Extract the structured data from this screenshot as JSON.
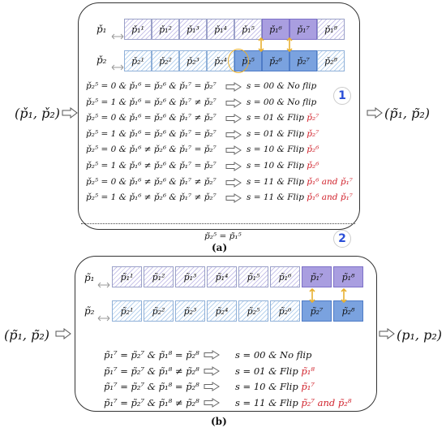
{
  "panel_a": {
    "caption": "(a)",
    "input_label": "(p̌₁, p̌₂)",
    "output_label": "(p̃₁, p̃₂)",
    "row1_label": "p̌₁",
    "row2_label": "p̌₂",
    "row1_cells": [
      "p̌₁¹",
      "p̌₁²",
      "p̌₁³",
      "p̌₁⁴",
      "p̌₁⁵",
      "p̌₁⁶",
      "p̌₁⁷",
      "p̌₁⁸"
    ],
    "row2_cells": [
      "p̌₂¹",
      "p̌₂²",
      "p̌₂³",
      "p̌₂⁴",
      "p̌₂⁵",
      "p̌₂⁶",
      "p̌₂⁷",
      "p̌₂⁸"
    ],
    "rules": [
      {
        "cond": "p̌₂⁵ = 0  &  p̌₁⁶ = p̌₂⁶  &  p̌₁⁷ = p̌₂⁷",
        "result": "s = 00 & No flip",
        "flip": ""
      },
      {
        "cond": "p̌₂⁵ = 1  &  p̌₁⁶ = p̌₂⁶  &  p̌₁⁷ ≠ p̌₂⁷",
        "result": "s = 00 & No flip",
        "flip": ""
      },
      {
        "cond": "p̌₂⁵ = 0  &  p̌₁⁶ = p̌₂⁶  &  p̌₁⁷ ≠ p̌₂⁷",
        "result": "s = 01 & Flip",
        "flip": "p̌₂⁷"
      },
      {
        "cond": "p̌₂⁵ = 1  &  p̌₁⁶ = p̌₂⁶  &  p̌₁⁷ = p̌₂⁷",
        "result": "s = 01 & Flip",
        "flip": "p̌₂⁷"
      },
      {
        "cond": "p̌₂⁵ = 0  &  p̌₁⁶ ≠ p̌₂⁶  &  p̌₁⁷ = p̌₂⁷",
        "result": "s = 10 & Flip",
        "flip": "p̌₂⁶"
      },
      {
        "cond": "p̌₂⁵ = 1  &  p̌₁⁶ ≠ p̌₂⁶  &  p̌₁⁷ = p̌₂⁷",
        "result": "s = 10 & Flip",
        "flip": "p̌₂⁶"
      },
      {
        "cond": "p̌₂⁵ = 0  &  p̌₁⁶ ≠ p̌₂⁶  &  p̌₁⁷ ≠ p̌₂⁷",
        "result": "s = 11 & Flip",
        "flip": "p̌₁⁶  and  p̌₁⁷"
      },
      {
        "cond": "p̌₂⁵ = 1  &  p̌₁⁶ ≠ p̌₂⁶  &  p̌₁⁷ ≠ p̌₂⁷",
        "result": "s = 11 & Flip",
        "flip": "p̌₁⁶  and  p̌₁⁷"
      }
    ],
    "bottom_text": "p̃₂⁵ = p̃₁⁵",
    "badge_1": "1",
    "badge_2": "2"
  },
  "panel_b": {
    "caption": "(b)",
    "input_label": "(p̃₁, p̃₂)",
    "output_label": "(p₁, p₂)",
    "row1_label": "p̃₁",
    "row2_label": "p̃₂",
    "row1_cells": [
      "p̃₁¹",
      "p̃₁²",
      "p̃₁³",
      "p̃₁⁴",
      "p̃₁⁵",
      "p̃₁⁶",
      "p̃₁⁷",
      "p̃₁⁸"
    ],
    "row2_cells": [
      "p̃₂¹",
      "p̃₂²",
      "p̃₂³",
      "p̃₂⁴",
      "p̃₂⁵",
      "p̃₂⁶",
      "p̃₂⁷",
      "p̃₂⁸"
    ],
    "rules": [
      {
        "cond": "p̃₁⁷ = p̃₂⁷  &  p̃₁⁸ = p̃₂⁸",
        "result": "s = 00 & No flip",
        "flip": ""
      },
      {
        "cond": "p̃₁⁷ = p̃₂⁷  &  p̃₁⁸ ≠ p̃₂⁸",
        "result": "s = 01 & Flip",
        "flip": "p̃₁⁸"
      },
      {
        "cond": "p̃₁⁷ = p̃₂⁷  &  p̃₁⁸ = p̃₂⁸",
        "result": "s = 10 & Flip",
        "flip": "p̃₁⁷"
      },
      {
        "cond": "p̃₁⁷ = p̃₂⁷  &  p̃₁⁸ ≠ p̃₂⁸",
        "result": "s = 11 & Flip",
        "flip": "p̃₂⁷  and  p̃₂⁸"
      }
    ]
  },
  "colors": {
    "hatch_purple": "#c9c4ea",
    "hatch_blue": "#b9d3ee",
    "solid_purple": "#a99ee0",
    "solid_blue": "#7aa2df",
    "swap_arrow": "#e8b030",
    "flip_red": "#d0202a",
    "badge_blue": "#2b4fd8"
  }
}
